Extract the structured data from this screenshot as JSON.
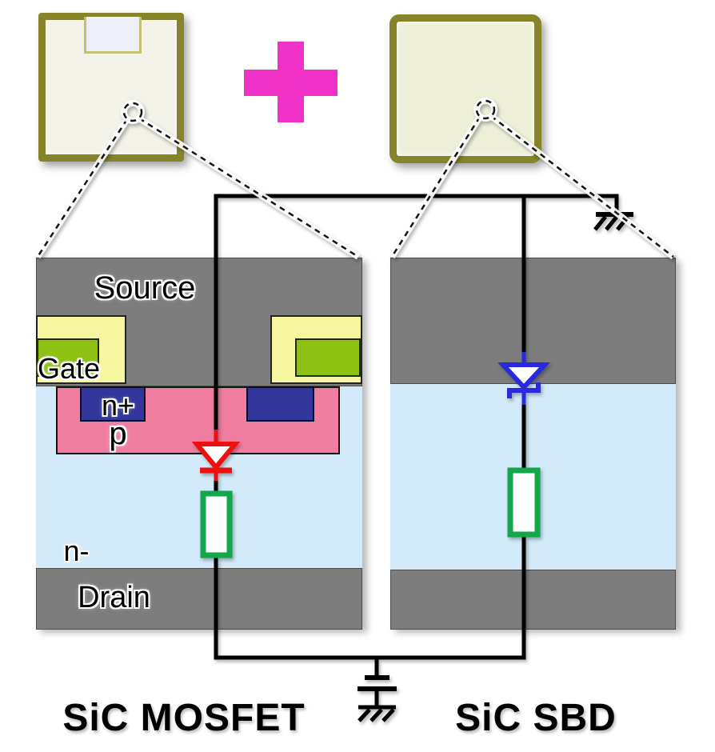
{
  "labels": {
    "source": "Source",
    "gate": "Gate",
    "n_plus": "n+",
    "p": "p",
    "n_minus": "n-",
    "drain": "Drain"
  },
  "captions": {
    "left": "SiC MOSFET",
    "right": "SiC SBD"
  },
  "icons": {
    "plus": "plus-icon",
    "earth_ground_top": "earth-ground-icon",
    "earth_ground_bottom": "capacitor-to-earth-ground-icon",
    "body_diode": "pn-diode-icon",
    "schottky_diode": "schottky-diode-icon",
    "resistor_mosfet": "resistor-icon",
    "resistor_sbd": "resistor-icon",
    "zoom_marker_left": "dashed-circle-zoom-icon",
    "zoom_marker_right": "dashed-circle-zoom-icon"
  },
  "colors": {
    "background": "#ffffff",
    "chip_border": "#85842a",
    "chip_face_left": "#f2f2e8",
    "chip_face_right": "#edefd9",
    "chip_pad": "#edeef7",
    "plus": "#f032c8",
    "metal_gray": "#7d7d7d",
    "oxide_yellow": "#f6f6a0",
    "poly_green": "#8cc012",
    "p_well_pink": "#f07da0",
    "n_plus_blue": "#33379b",
    "n_minus_blue": "#d2eaf9",
    "diode_red": "#ee0f0f",
    "diode_blue": "#2929e0",
    "resistor_green": "#12a74b",
    "wire": "#000000"
  }
}
